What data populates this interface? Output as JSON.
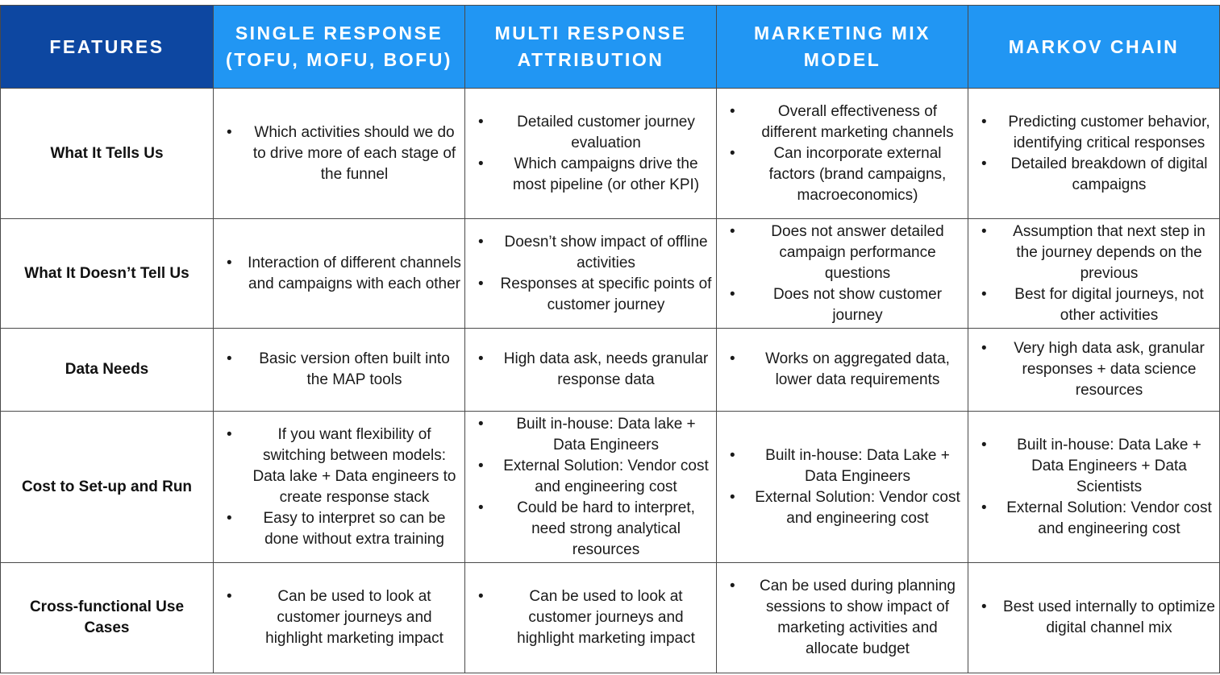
{
  "header": {
    "features": "FEATURES",
    "columns": [
      "SINGLE RESPONSE (TOFU, MOFU, BOFU)",
      "MULTI RESPONSE ATTRIBUTION",
      "MARKETING MIX MODEL",
      "MARKOV CHAIN"
    ]
  },
  "rows": [
    {
      "feature": "What It Tells Us",
      "cells": [
        [
          "Which activities should we do to drive more of each stage of the funnel"
        ],
        [
          "Detailed customer journey evaluation",
          "Which campaigns drive the most pipeline (or other KPI)"
        ],
        [
          "Overall effectiveness of different marketing channels",
          "Can incorporate external factors (brand campaigns, macroeconomics)"
        ],
        [
          "Predicting customer behavior, identifying critical responses",
          "Detailed breakdown of digital campaigns"
        ]
      ]
    },
    {
      "feature": "What It Doesn’t Tell Us",
      "cells": [
        [
          "Interaction of different channels and campaigns with each other"
        ],
        [
          "Doesn’t show impact of offline activities",
          "Responses at specific points of customer journey"
        ],
        [
          "Does not answer detailed campaign performance questions",
          "Does not show customer journey"
        ],
        [
          "Assumption that next step in the journey depends on the previous",
          "Best for digital journeys, not other activities"
        ]
      ]
    },
    {
      "feature": "Data Needs",
      "cells": [
        [
          "Basic version often built into the MAP tools"
        ],
        [
          "High data ask, needs granular response data"
        ],
        [
          "Works on aggregated data, lower data requirements"
        ],
        [
          "Very high data ask, granular responses  + data science resources"
        ]
      ]
    },
    {
      "feature": "Cost to Set-up and Run",
      "cells": [
        [
          "If you want flexibility of switching between models: Data lake + Data engineers to create response stack",
          "Easy to interpret so can be done without extra training"
        ],
        [
          "Built in-house: Data lake + Data Engineers",
          "External Solution: Vendor cost and engineering cost",
          "Could be hard to interpret, need strong analytical resources"
        ],
        [
          "Built in-house: Data Lake + Data Engineers",
          "External Solution: Vendor cost and engineering cost"
        ],
        [
          "Built in-house: Data Lake + Data Engineers + Data Scientists",
          "External Solution: Vendor cost and engineering cost"
        ]
      ]
    },
    {
      "feature": "Cross-functional Use Cases",
      "cells": [
        [
          "Can be used to look at customer journeys and highlight marketing impact"
        ],
        [
          "Can be used to look at customer journeys and highlight marketing impact"
        ],
        [
          "Can be used during planning sessions to show impact of marketing activities and allocate budget"
        ],
        [
          "Best used internally to optimize digital channel mix"
        ]
      ]
    }
  ]
}
